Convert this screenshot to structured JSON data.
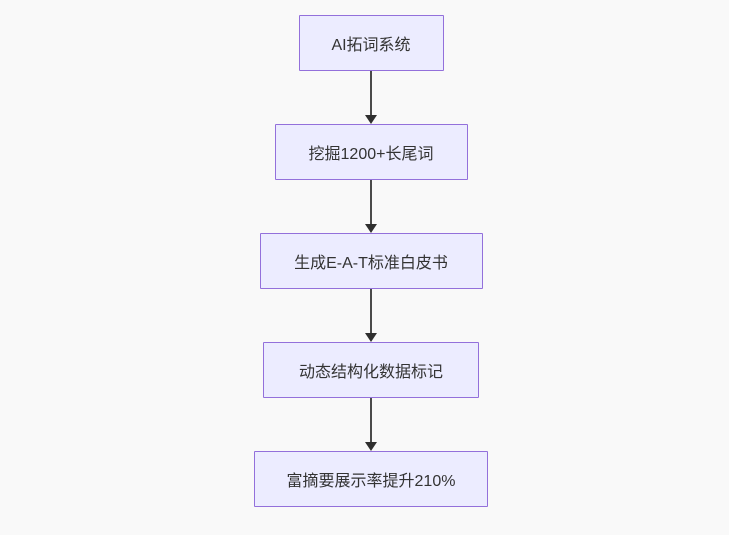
{
  "diagram": {
    "type": "flowchart",
    "direction": "top-down",
    "nodes": [
      {
        "id": "n1",
        "label": "AI拓词系统"
      },
      {
        "id": "n2",
        "label": "挖掘1200+长尾词"
      },
      {
        "id": "n3",
        "label": "生成E-A-T标准白皮书"
      },
      {
        "id": "n4",
        "label": "动态结构化数据标记"
      },
      {
        "id": "n5",
        "label": "富摘要展示率提升210%"
      }
    ],
    "edges": [
      {
        "from": "n1",
        "to": "n2"
      },
      {
        "from": "n2",
        "to": "n3"
      },
      {
        "from": "n3",
        "to": "n4"
      },
      {
        "from": "n4",
        "to": "n5"
      }
    ],
    "colors": {
      "background": "#f9f9f9",
      "node_fill": "#ececff",
      "node_border": "#9370db",
      "arrow": "#333333",
      "text": "#333333"
    }
  }
}
